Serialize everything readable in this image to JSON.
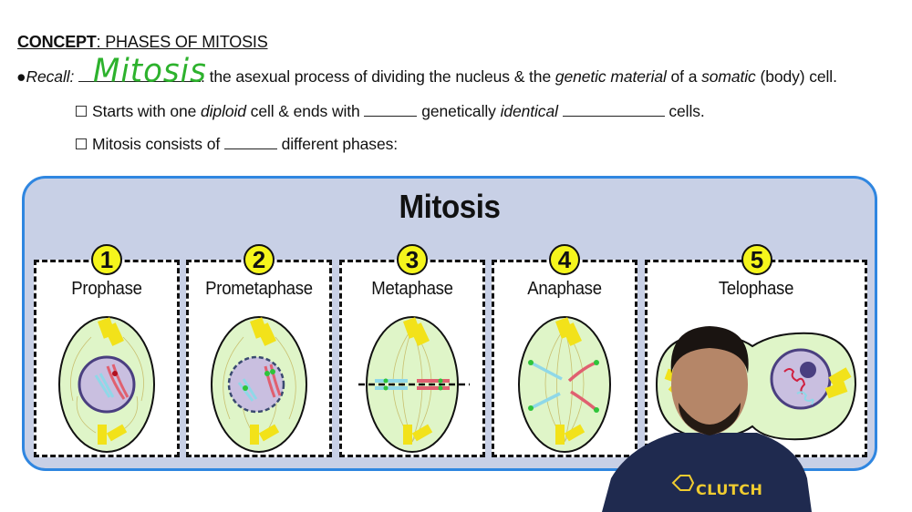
{
  "header": {
    "concept_label": "CONCEPT",
    "concept_title": ": PHASES OF MITOSIS"
  },
  "recall": {
    "bullet": "●",
    "label": "Recall:",
    "handwritten_answer": "Mitosis",
    "text_1": ": the asexual process of dividing the nucleus & the ",
    "italic_1": "genetic material",
    "text_2": " of a ",
    "italic_2": "somatic",
    "text_3": " (body) cell."
  },
  "sub_points": [
    {
      "text_a": "Starts with one ",
      "italic_a": "diploid",
      "text_b": " cell & ends with ",
      "text_c": " genetically ",
      "italic_b": "identical",
      "text_d": " cells."
    },
    {
      "text_a": "Mitosis consists of ",
      "text_b": " different phases:"
    }
  ],
  "diagram": {
    "title": "Mitosis",
    "colors": {
      "panel_bg": "#c8d0e6",
      "panel_border": "#2f86e0",
      "badge": "#f5f51c",
      "cytoplasm": "#dff5c8",
      "nucleus": "#c9bfe0",
      "centrosome": "#f2e21a",
      "chromosome_red": "#e06070",
      "chromosome_blue": "#8fd8e8",
      "kinetochore": "#2ec43a"
    },
    "phases": [
      {
        "number": "1",
        "name": "Prophase"
      },
      {
        "number": "2",
        "name": "Prometaphase"
      },
      {
        "number": "3",
        "name": "Metaphase"
      },
      {
        "number": "4",
        "name": "Anaphase"
      },
      {
        "number": "5",
        "name": "Telophase"
      }
    ]
  },
  "presenter": {
    "shirt_text": "CLUTCH"
  }
}
